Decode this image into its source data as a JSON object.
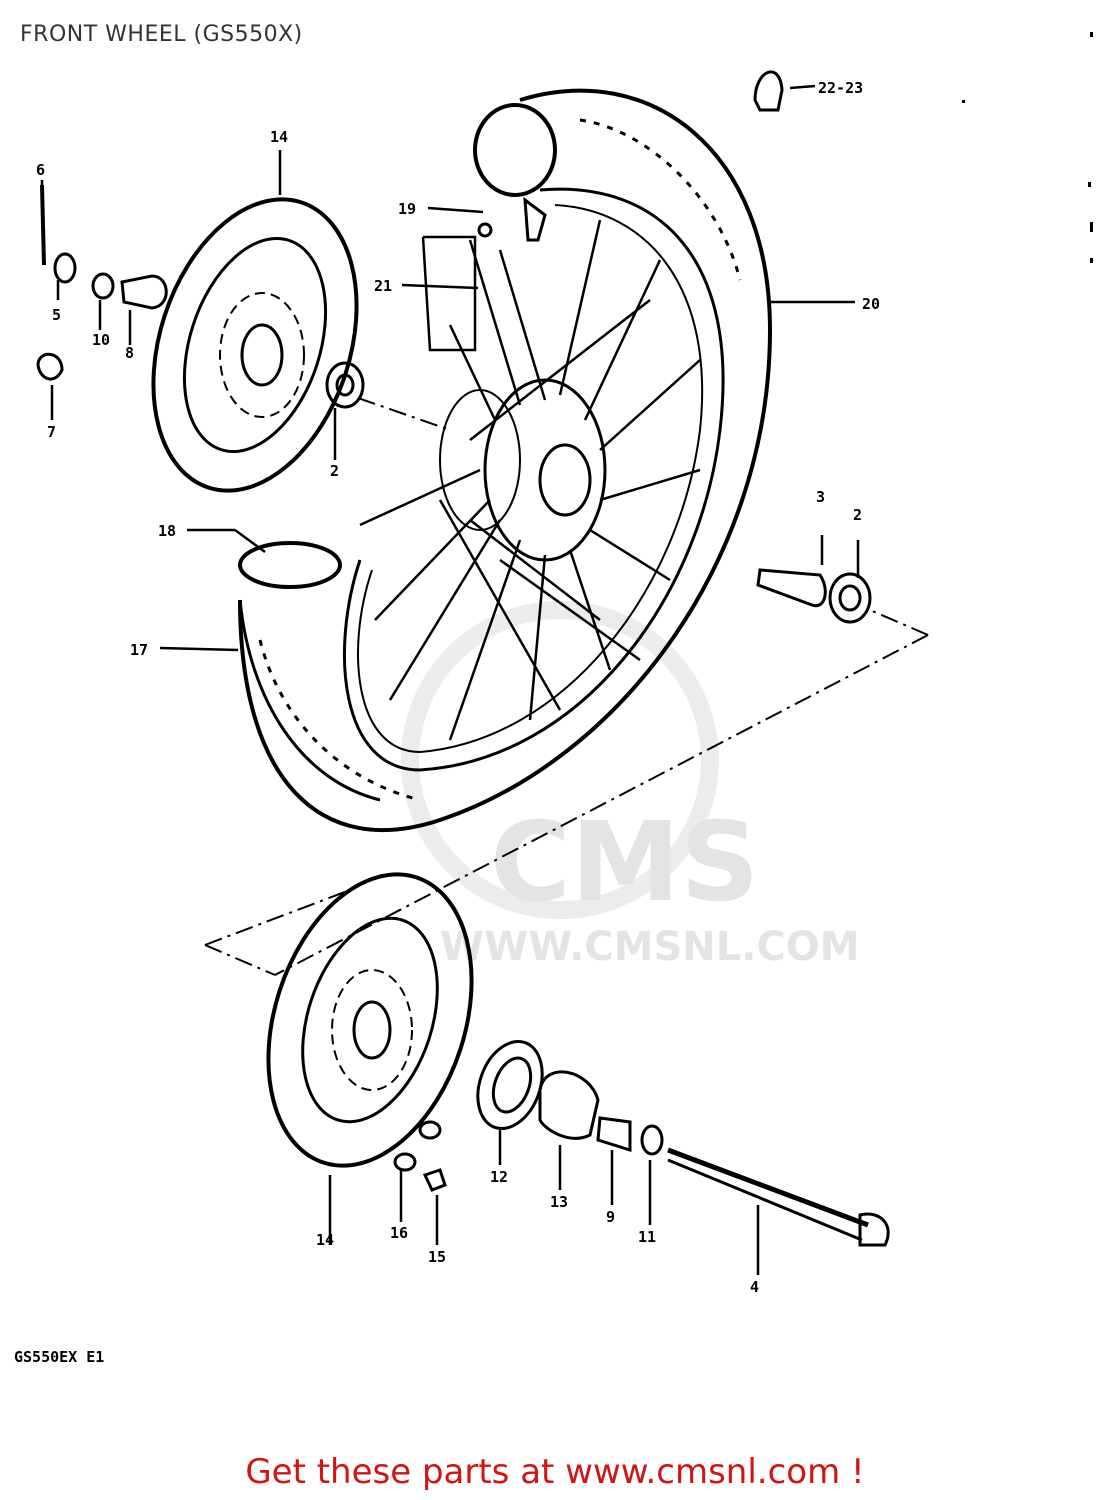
{
  "header": {
    "title": "FRONT WHEEL (GS550X)"
  },
  "diagram": {
    "callouts": [
      "22-23",
      "14",
      "6",
      "19",
      "21",
      "20",
      "5",
      "10",
      "8",
      "7",
      "2",
      "18",
      "3",
      "2",
      "17",
      "14",
      "16",
      "15",
      "12",
      "13",
      "9",
      "11",
      "4"
    ],
    "model_code": "GS550EX E1",
    "watermark": {
      "logo": "CMS",
      "url": "WWW.CMSNL.COM"
    }
  },
  "footer": {
    "link_text": "Get these parts at www.cmsnl.com !"
  }
}
